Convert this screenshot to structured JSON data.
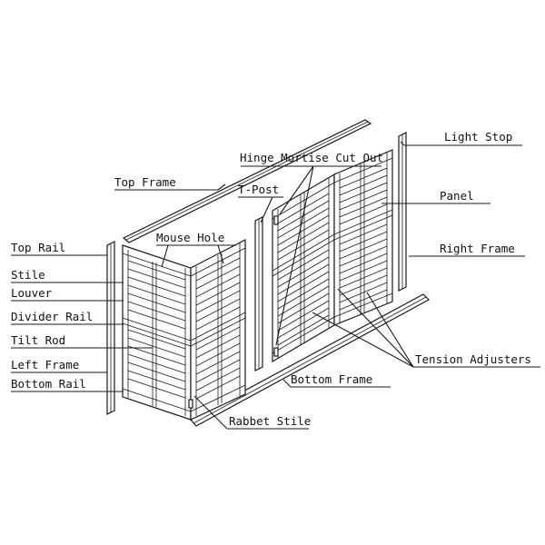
{
  "labels": {
    "light_stop": "Light Stop",
    "hinge_mortise": "Hinge Mortise Cut Out",
    "top_frame": "Top Frame",
    "t_post": "T-Post",
    "panel": "Panel",
    "mouse_hole": "Mouse Hole",
    "top_rail": "Top Rail",
    "right_frame": "Right Frame",
    "stile": "Stile",
    "louver": "Louver",
    "divider_rail": "Divider Rail",
    "tilt_rod": "Tilt Rod",
    "left_frame": "Left Frame",
    "bottom_rail": "Bottom Rail",
    "tension_adjusters": "Tension Adjusters",
    "bottom_frame": "Bottom Frame",
    "rabbet_stile": "Rabbet Stile"
  },
  "colors": {
    "line": "#1a1a1a",
    "text": "#111111",
    "background": "#ffffff"
  }
}
